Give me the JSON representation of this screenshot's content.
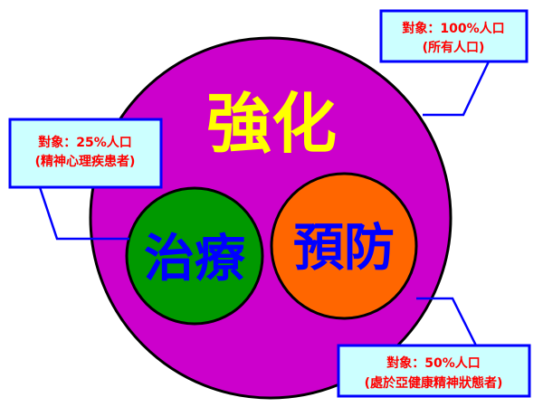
{
  "outer": {
    "label": "強化",
    "color": "#cc00cc",
    "text_color": "#ffff00"
  },
  "treatment": {
    "label": "治療",
    "color": "#009900",
    "text_color": "#0000ff"
  },
  "prevention": {
    "label": "預防",
    "color": "#ff6600",
    "text_color": "#0000ff"
  },
  "callouts": {
    "all": {
      "line1": "對象：100%人口",
      "line2": "(所有人口)"
    },
    "treatment": {
      "line1": "對象：25%人口",
      "line2": "(精神心理疾患者)"
    },
    "prevention": {
      "line1": "對象：50%人口",
      "line2": "(處於亞健康精神狀態者)"
    }
  },
  "colors": {
    "box_fill": "#ccffff",
    "box_border": "#0000ff",
    "callout_text": "#ff0000"
  }
}
